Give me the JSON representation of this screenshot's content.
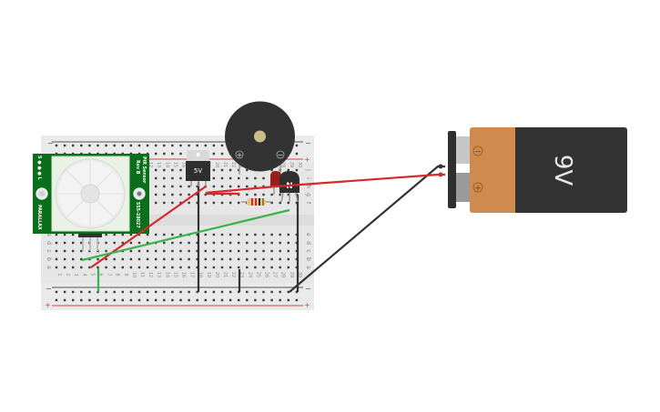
{
  "circuit": {
    "title": "PIR motion alarm circuit",
    "breadboard": {
      "columns": 30,
      "rows_top": [
        "j",
        "i",
        "h",
        "g",
        "f"
      ],
      "rows_bottom": [
        "e",
        "d",
        "c",
        "b",
        "a"
      ],
      "rail_minus": "−",
      "rail_plus": "+"
    },
    "pir_sensor": {
      "brand": "PARALLAX",
      "label_line1": "PIR Sensor",
      "label_line2": "Rev B",
      "part_number": "555-28027",
      "pins_label": "S ● ● ● L"
    },
    "regulator": {
      "label": "5V"
    },
    "buzzer": {
      "plus_label": "+",
      "minus_label": "−"
    },
    "transistor": {
      "label": "N"
    },
    "battery": {
      "label": "9V",
      "minus_label": "−",
      "plus_label": "+"
    },
    "colors": {
      "wire_red": "#d42a2a",
      "wire_green": "#3cb34a",
      "wire_black": "#333333",
      "pcb_green": "#0b6e1a",
      "battery_copper": "#d08a4e",
      "battery_body": "#333333",
      "led_red": "#9b1c1c"
    }
  }
}
